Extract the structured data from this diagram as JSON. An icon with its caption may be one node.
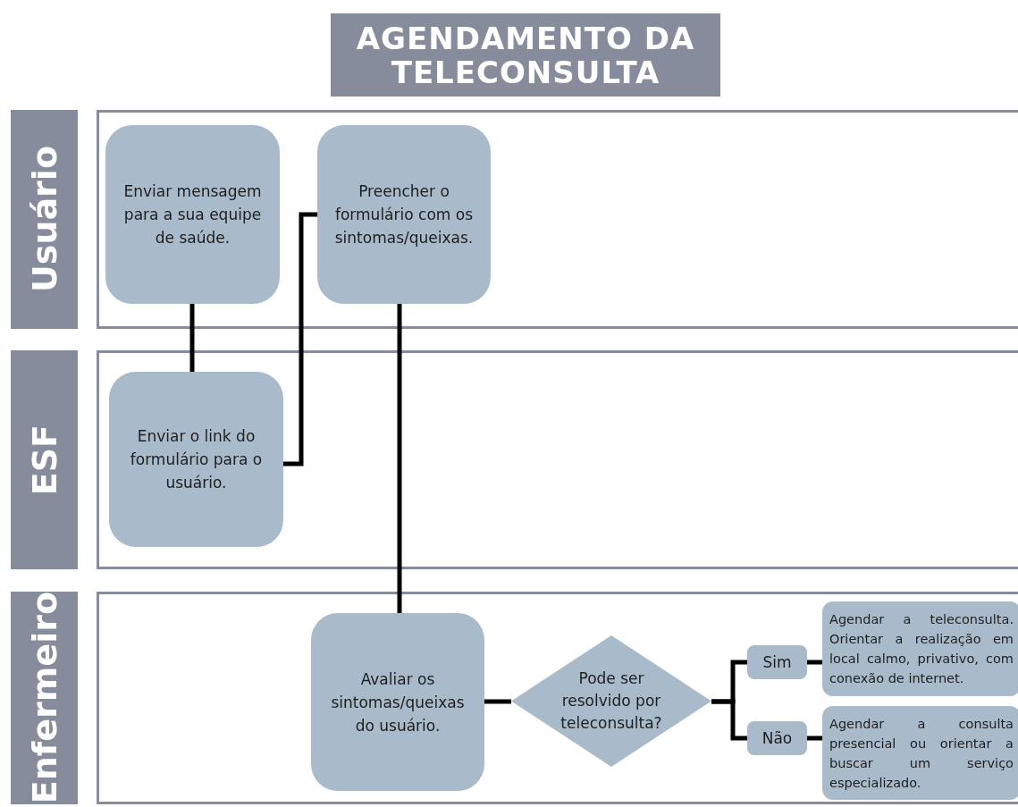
{
  "diagram": {
    "title": "AGENDAMENTO DA TELECONSULTA",
    "nodes": [
      {
        "text": [
          "Usuário"
        ]
      },
      {
        "text": [
          "ESF"
        ]
      },
      {
        "text": [
          "Enfermeiro"
        ]
      },
      {
        "text": [
          "Enviar mensagem para a sua equipe de saúde."
        ],
        "in": 0
      },
      {
        "text": [
          "Preencher o formulário com os sintomas/queixas."
        ],
        "in": 0
      },
      {
        "text": [
          "Enviar o link do formulário para o usuário."
        ],
        "in": 1
      },
      {
        "text": [
          "Avaliar os sintomas/queixas do usuário."
        ],
        "in": 2
      },
      {
        "text": [
          "Pode ser resolvido por teleconsulta?"
        ],
        "in": 2
      },
      {
        "text": [
          "Sim"
        ],
        "in": 2
      },
      {
        "text": [
          "Não"
        ],
        "in": 2
      },
      {
        "text": [
          "Agendar a teleconsulta. Orientar a realização em local calmo, privativo, com conexão de internet."
        ],
        "in": 2
      },
      {
        "text": [
          "Agendar a consulta presencial ou orientar a buscar um serviço especializado."
        ],
        "in": 2
      }
    ],
    "edges": [
      {
        "from": 3,
        "to": 5,
        "arrow": "none"
      },
      {
        "from": 5,
        "to": 4,
        "arrow": "none"
      },
      {
        "from": 4,
        "to": 6,
        "arrow": "none"
      },
      {
        "from": 6,
        "to": 7,
        "arrow": "none"
      },
      {
        "from": 7,
        "to": 8,
        "arrow": "none"
      },
      {
        "from": 7,
        "to": 9,
        "arrow": "none"
      },
      {
        "from": 8,
        "to": 10,
        "arrow": "none"
      },
      {
        "from": 9,
        "to": 11,
        "arrow": "none"
      }
    ]
  }
}
